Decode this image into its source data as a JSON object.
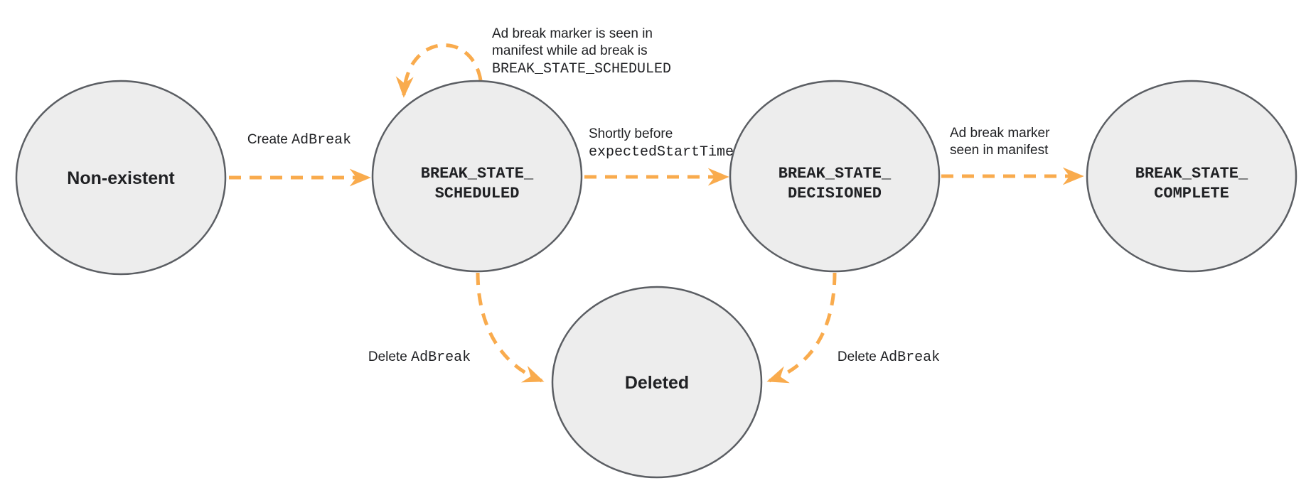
{
  "diagram": {
    "colors": {
      "arrow": "#f9ab4d",
      "node_fill": "#ededed",
      "node_border": "#5b5e63",
      "text": "#202124"
    },
    "nodes": {
      "non_existent": {
        "label": "Non-existent"
      },
      "scheduled": {
        "line1": "BREAK_STATE_",
        "line2": "SCHEDULED"
      },
      "decisioned": {
        "line1": "BREAK_STATE_",
        "line2": "DECISIONED"
      },
      "complete": {
        "line1": "BREAK_STATE_",
        "line2": "COMPLETE"
      },
      "deleted": {
        "label": "Deleted"
      }
    },
    "edges": {
      "create": {
        "plain": "Create ",
        "code": "AdBreak"
      },
      "self_loop": {
        "line1": "Ad break marker is seen in",
        "line2": "manifest while ad break is",
        "line3": "BREAK_STATE_SCHEDULED"
      },
      "to_decisioned": {
        "line1": "Shortly before",
        "line2": "expectedStartTime"
      },
      "to_complete": {
        "line1": "Ad break marker",
        "line2": "seen in manifest"
      },
      "delete_from_scheduled": {
        "plain": "Delete ",
        "code": "AdBreak"
      },
      "delete_from_decisioned": {
        "plain": "Delete ",
        "code": "AdBreak"
      }
    }
  }
}
